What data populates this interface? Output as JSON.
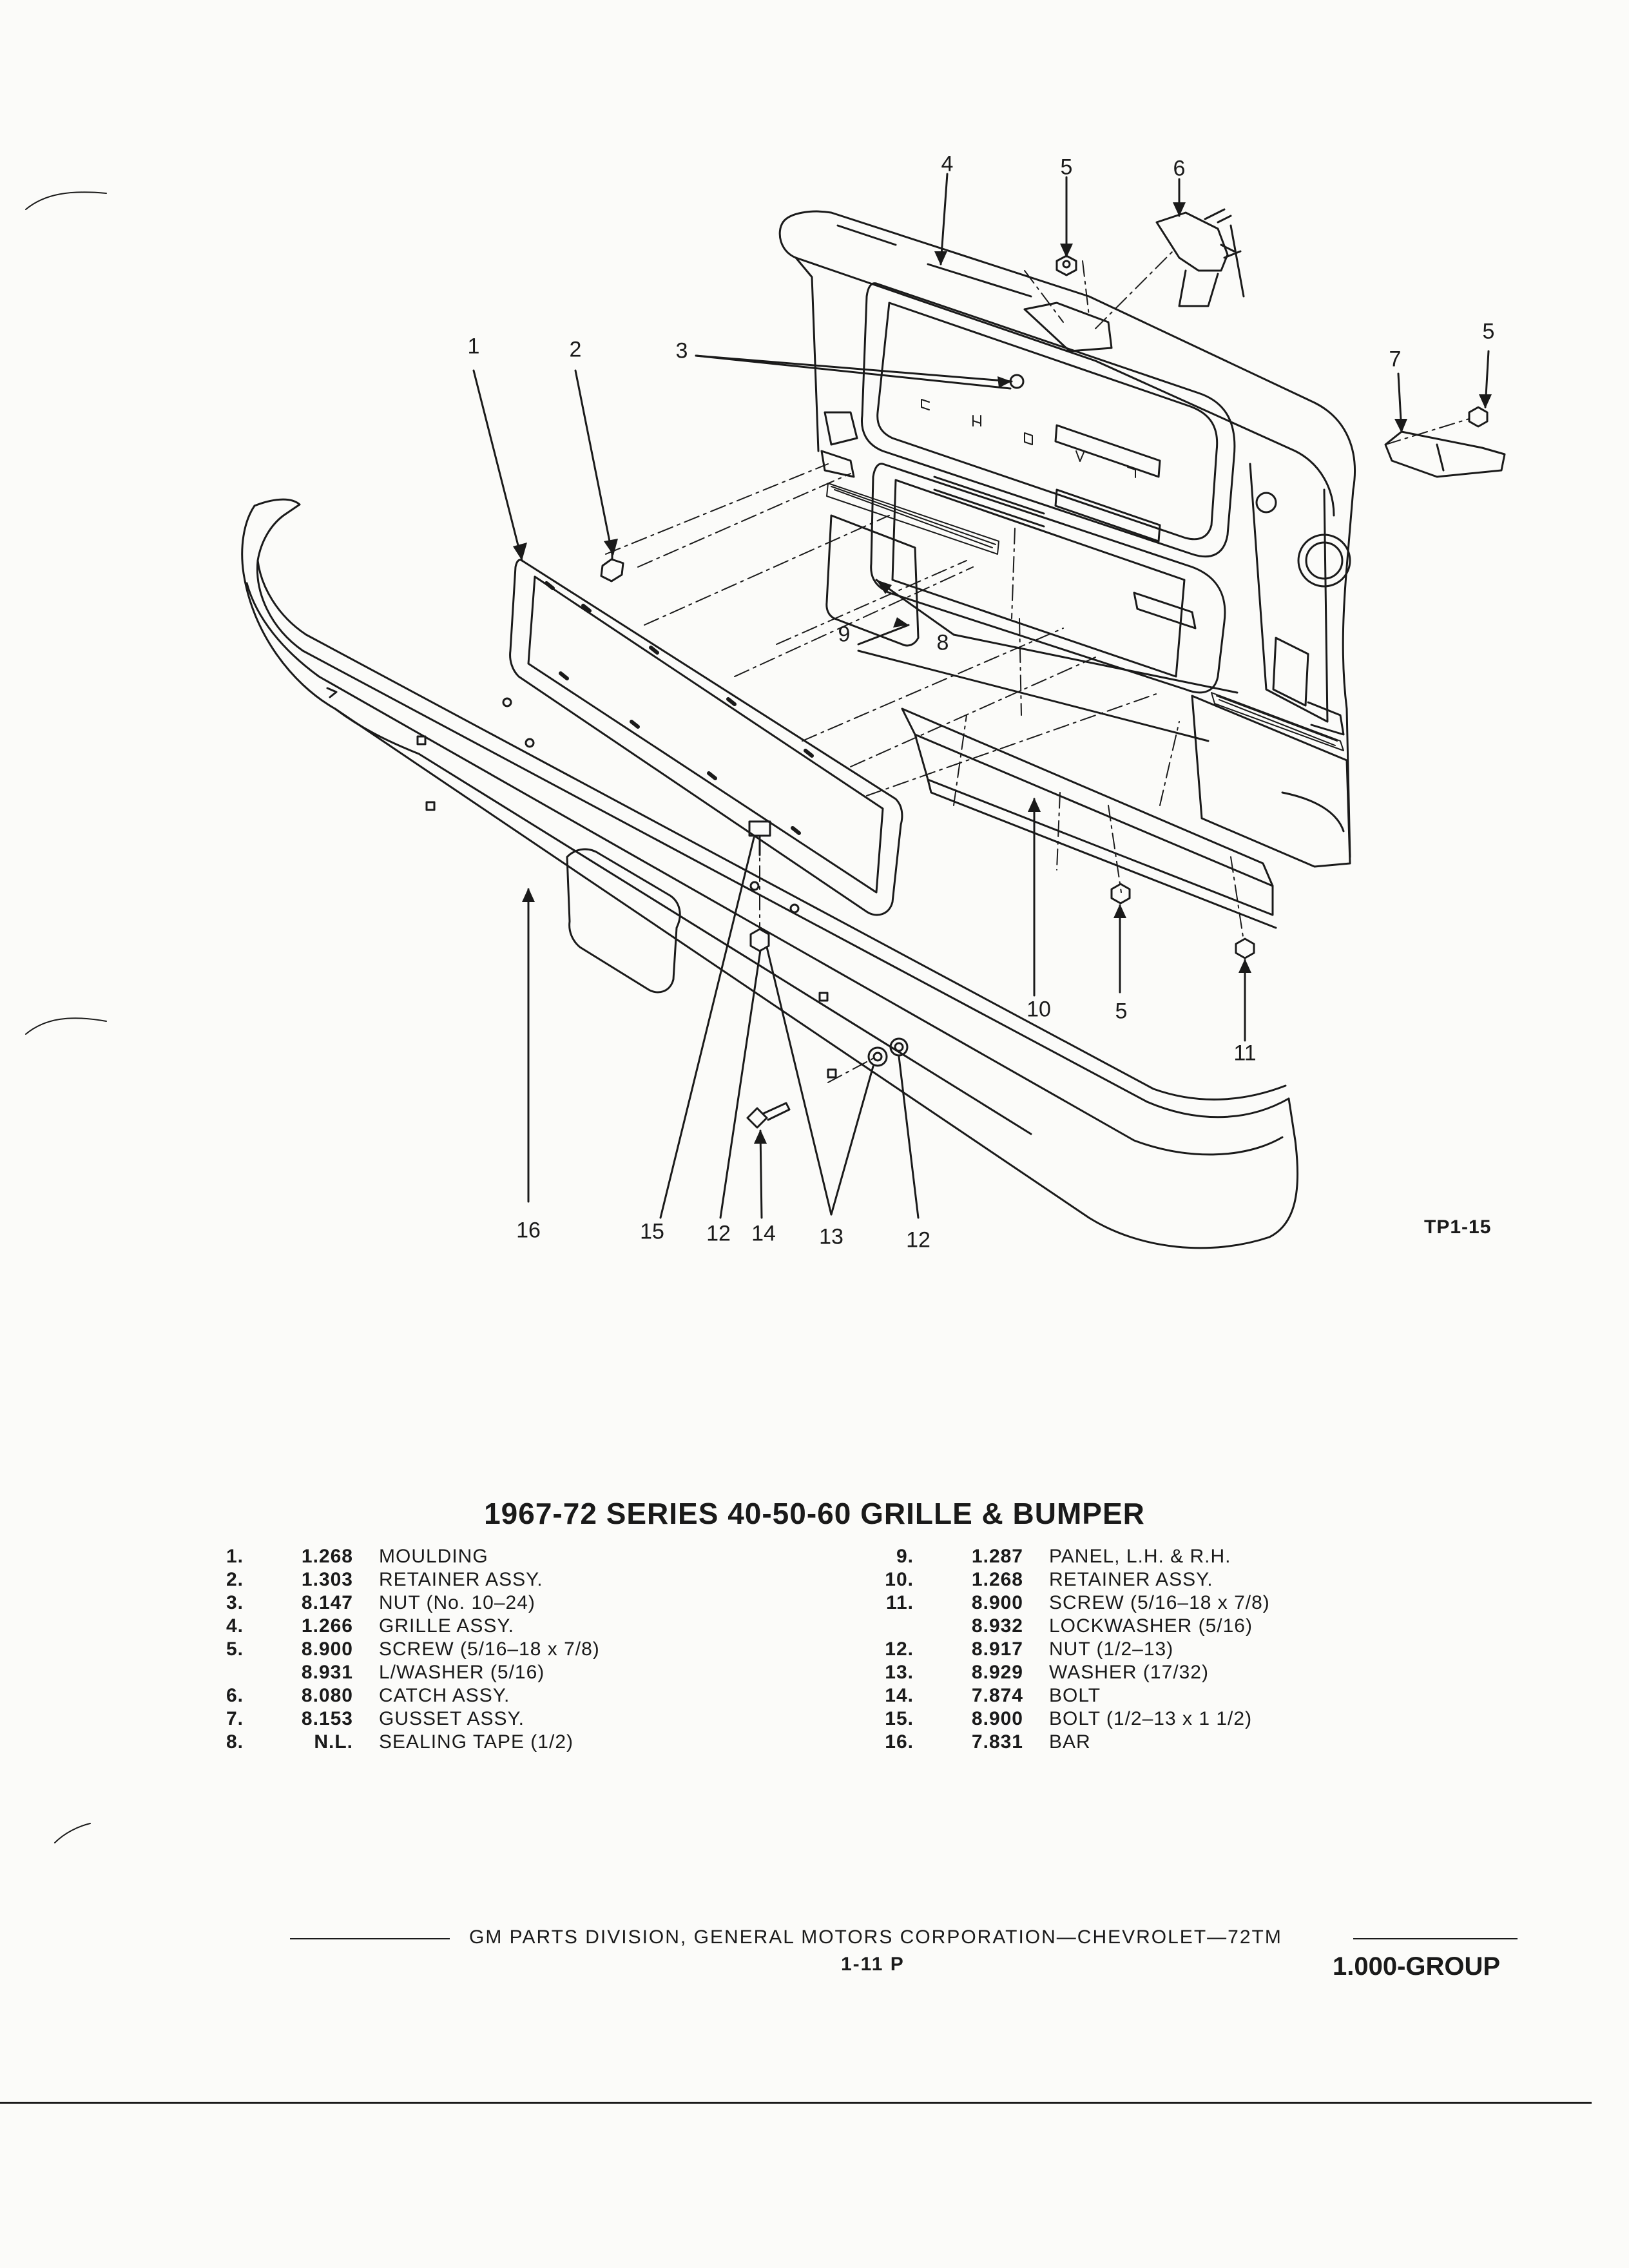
{
  "title": "1967-72 SERIES 40-50-60 GRILLE & BUMPER",
  "figure_id": "TP1-15",
  "callouts": {
    "c1": "1",
    "c2": "2",
    "c3": "3",
    "c4": "4",
    "c5a": "5",
    "c5b": "5",
    "c5c": "5",
    "c6": "6",
    "c7": "7",
    "c8": "8",
    "c9": "9",
    "c10": "10",
    "c11": "11",
    "c12a": "12",
    "c12b": "12",
    "c13": "13",
    "c14": "14",
    "c15": "15",
    "c16": "16"
  },
  "parts_left": [
    {
      "num": "1.",
      "code": "1.268",
      "desc": "MOULDING"
    },
    {
      "num": "2.",
      "code": "1.303",
      "desc": "RETAINER ASSY."
    },
    {
      "num": "3.",
      "code": "8.147",
      "desc": "NUT (No. 10–24)"
    },
    {
      "num": "4.",
      "code": "1.266",
      "desc": "GRILLE ASSY."
    },
    {
      "num": "5.",
      "code": "8.900",
      "desc": "SCREW (5/16–18 x 7/8)"
    },
    {
      "num": "",
      "code": "8.931",
      "desc": "L/WASHER (5/16)"
    },
    {
      "num": "6.",
      "code": "8.080",
      "desc": "CATCH ASSY."
    },
    {
      "num": "7.",
      "code": "8.153",
      "desc": "GUSSET ASSY."
    },
    {
      "num": "8.",
      "code": "N.L.",
      "desc": "SEALING TAPE (1/2)"
    }
  ],
  "parts_right": [
    {
      "num": "9.",
      "code": "1.287",
      "desc": "PANEL, L.H. & R.H."
    },
    {
      "num": "10.",
      "code": "1.268",
      "desc": "RETAINER ASSY."
    },
    {
      "num": "11.",
      "code": "8.900",
      "desc": "SCREW (5/16–18 x 7/8)"
    },
    {
      "num": "",
      "code": "8.932",
      "desc": "LOCKWASHER (5/16)"
    },
    {
      "num": "12.",
      "code": "8.917",
      "desc": "NUT (1/2–13)"
    },
    {
      "num": "13.",
      "code": "8.929",
      "desc": "WASHER (17/32)"
    },
    {
      "num": "14.",
      "code": "7.874",
      "desc": "BOLT"
    },
    {
      "num": "15.",
      "code": "8.900",
      "desc": "BOLT (1/2–13 x 1 1/2)"
    },
    {
      "num": "16.",
      "code": "7.831",
      "desc": "BAR"
    }
  ],
  "footer": {
    "text": "GM PARTS DIVISION, GENERAL MOTORS CORPORATION—CHEVROLET—72TM",
    "page": "1-11 P",
    "group": "1.000-GROUP"
  }
}
